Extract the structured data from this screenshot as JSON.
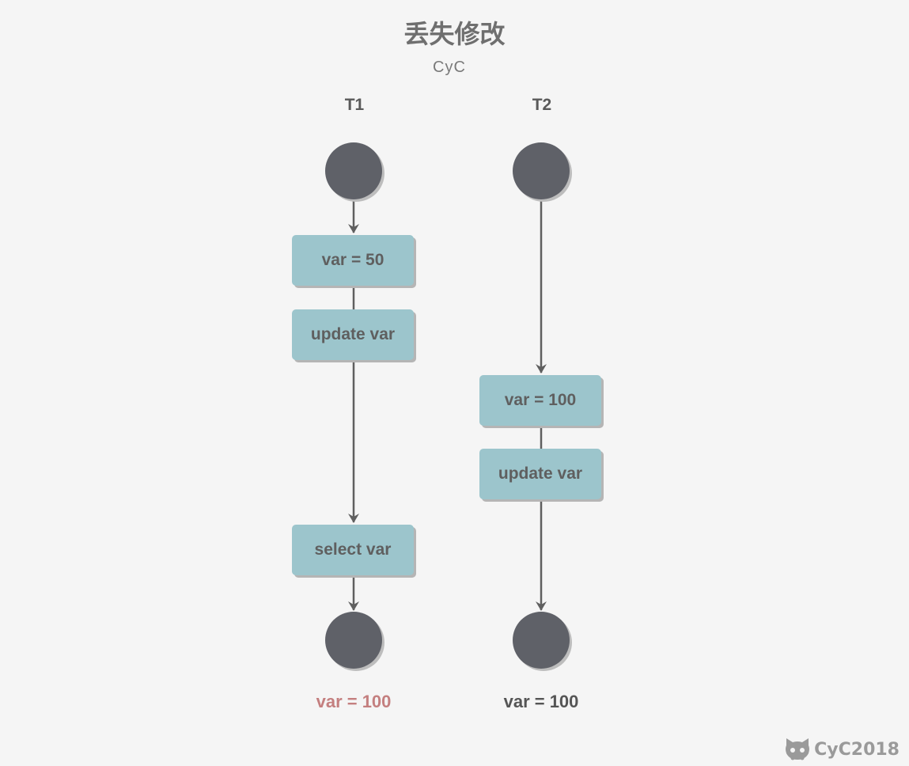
{
  "title": "丢失修改",
  "subtitle": "CyC",
  "lanes": [
    {
      "label": "T1",
      "steps": [
        "var = 50",
        "update var",
        "select var"
      ],
      "result": "var = 100",
      "result_color": "#c47f7f"
    },
    {
      "label": "T2",
      "steps": [
        "var = 100",
        "update var"
      ],
      "result": "var = 100",
      "result_color": "#555555"
    }
  ],
  "watermark": {
    "text": "CyC2018",
    "icon": "cat-icon"
  },
  "colors": {
    "box": "#9cc5cc",
    "node": "#5f6168",
    "arrow": "#5f5f5f"
  }
}
